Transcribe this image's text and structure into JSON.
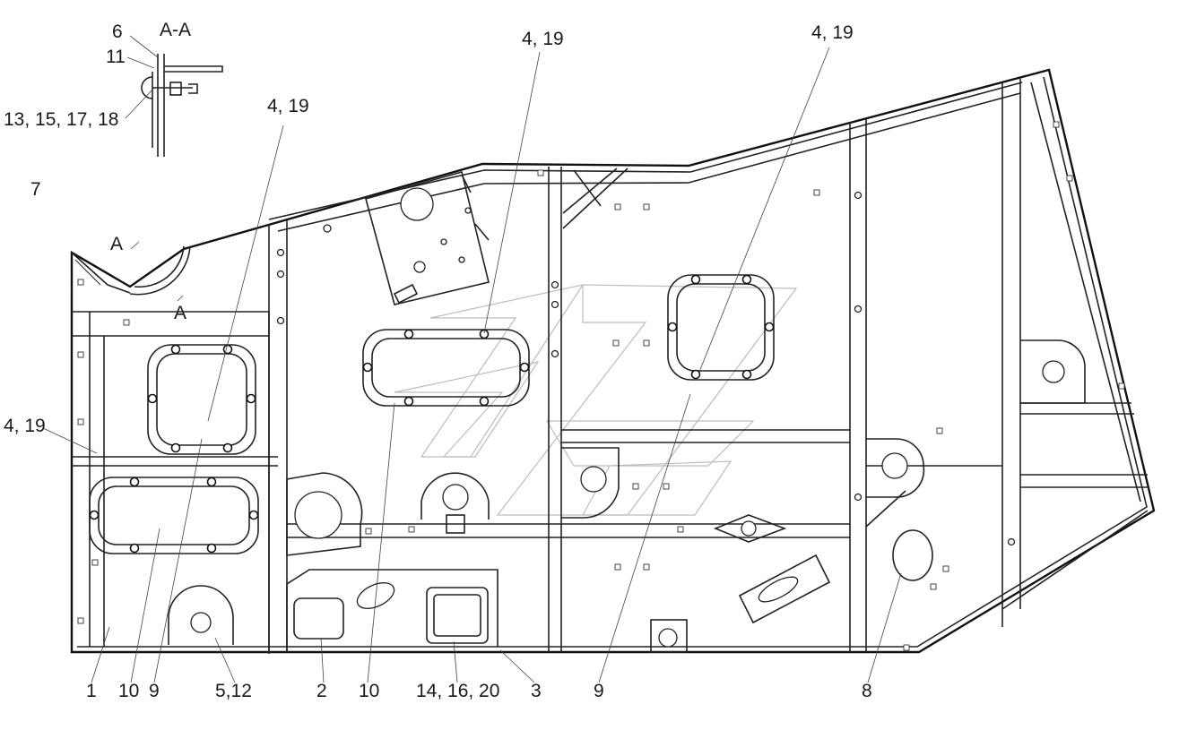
{
  "section_title": "A-A",
  "section_marks": [
    "A",
    "A"
  ],
  "callouts": [
    {
      "id": "6",
      "text": "6"
    },
    {
      "id": "11",
      "text": "11"
    },
    {
      "id": "13-15-17-18",
      "text": "13, 15, 17, 18"
    },
    {
      "id": "7",
      "text": "7"
    },
    {
      "id": "4-19-a",
      "text": "4, 19"
    },
    {
      "id": "4-19-b",
      "text": "4, 19"
    },
    {
      "id": "4-19-c",
      "text": "4, 19"
    },
    {
      "id": "4-19-d",
      "text": "4, 19"
    },
    {
      "id": "1",
      "text": "1"
    },
    {
      "id": "10-a",
      "text": "10"
    },
    {
      "id": "9-a",
      "text": "9"
    },
    {
      "id": "5-12",
      "text": "5,12"
    },
    {
      "id": "2",
      "text": "2"
    },
    {
      "id": "10-b",
      "text": "10"
    },
    {
      "id": "14-16-20",
      "text": "14, 16, 20"
    },
    {
      "id": "3",
      "text": "3"
    },
    {
      "id": "9-b",
      "text": "9"
    },
    {
      "id": "8",
      "text": "8"
    }
  ]
}
